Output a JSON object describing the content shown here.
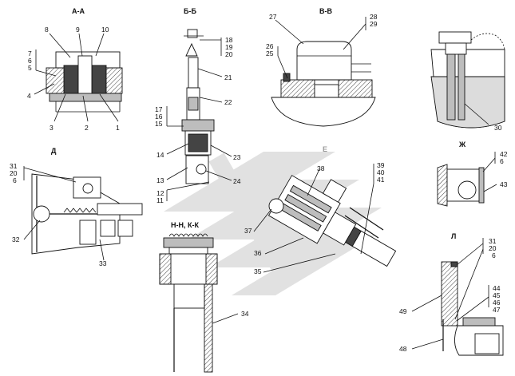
{
  "sections": {
    "aa": "А-А",
    "bb": "Б-Б",
    "vv": "В-В",
    "d": "Д",
    "zh": "Ж",
    "e": "Е",
    "l": "Л",
    "nk": "Н-Н, К-К"
  },
  "callouts": {
    "aa": [
      "8",
      "9",
      "10",
      "7",
      "6",
      "5",
      "4",
      "3",
      "2",
      "1"
    ],
    "bb": [
      "18",
      "19",
      "20",
      "21",
      "22",
      "17",
      "16",
      "15",
      "14",
      "23",
      "13",
      "24",
      "12",
      "11"
    ],
    "vv": [
      "27",
      "28",
      "29",
      "26",
      "25"
    ],
    "tr": [
      "30"
    ],
    "d": [
      "31",
      "20",
      "6",
      "32",
      "33"
    ],
    "zh": [
      "42",
      "6",
      "43"
    ],
    "e": [
      "38",
      "39",
      "40",
      "41",
      "37",
      "36",
      "35"
    ],
    "l": [
      "31",
      "20",
      "6",
      "44",
      "45",
      "46",
      "47",
      "49",
      "48"
    ],
    "bottom": [
      "34"
    ]
  },
  "colors": {
    "watermark": "#c9c9c9",
    "line": "#111111",
    "hatch": "#bdbdbd",
    "liquid": "#dcdcdc"
  }
}
